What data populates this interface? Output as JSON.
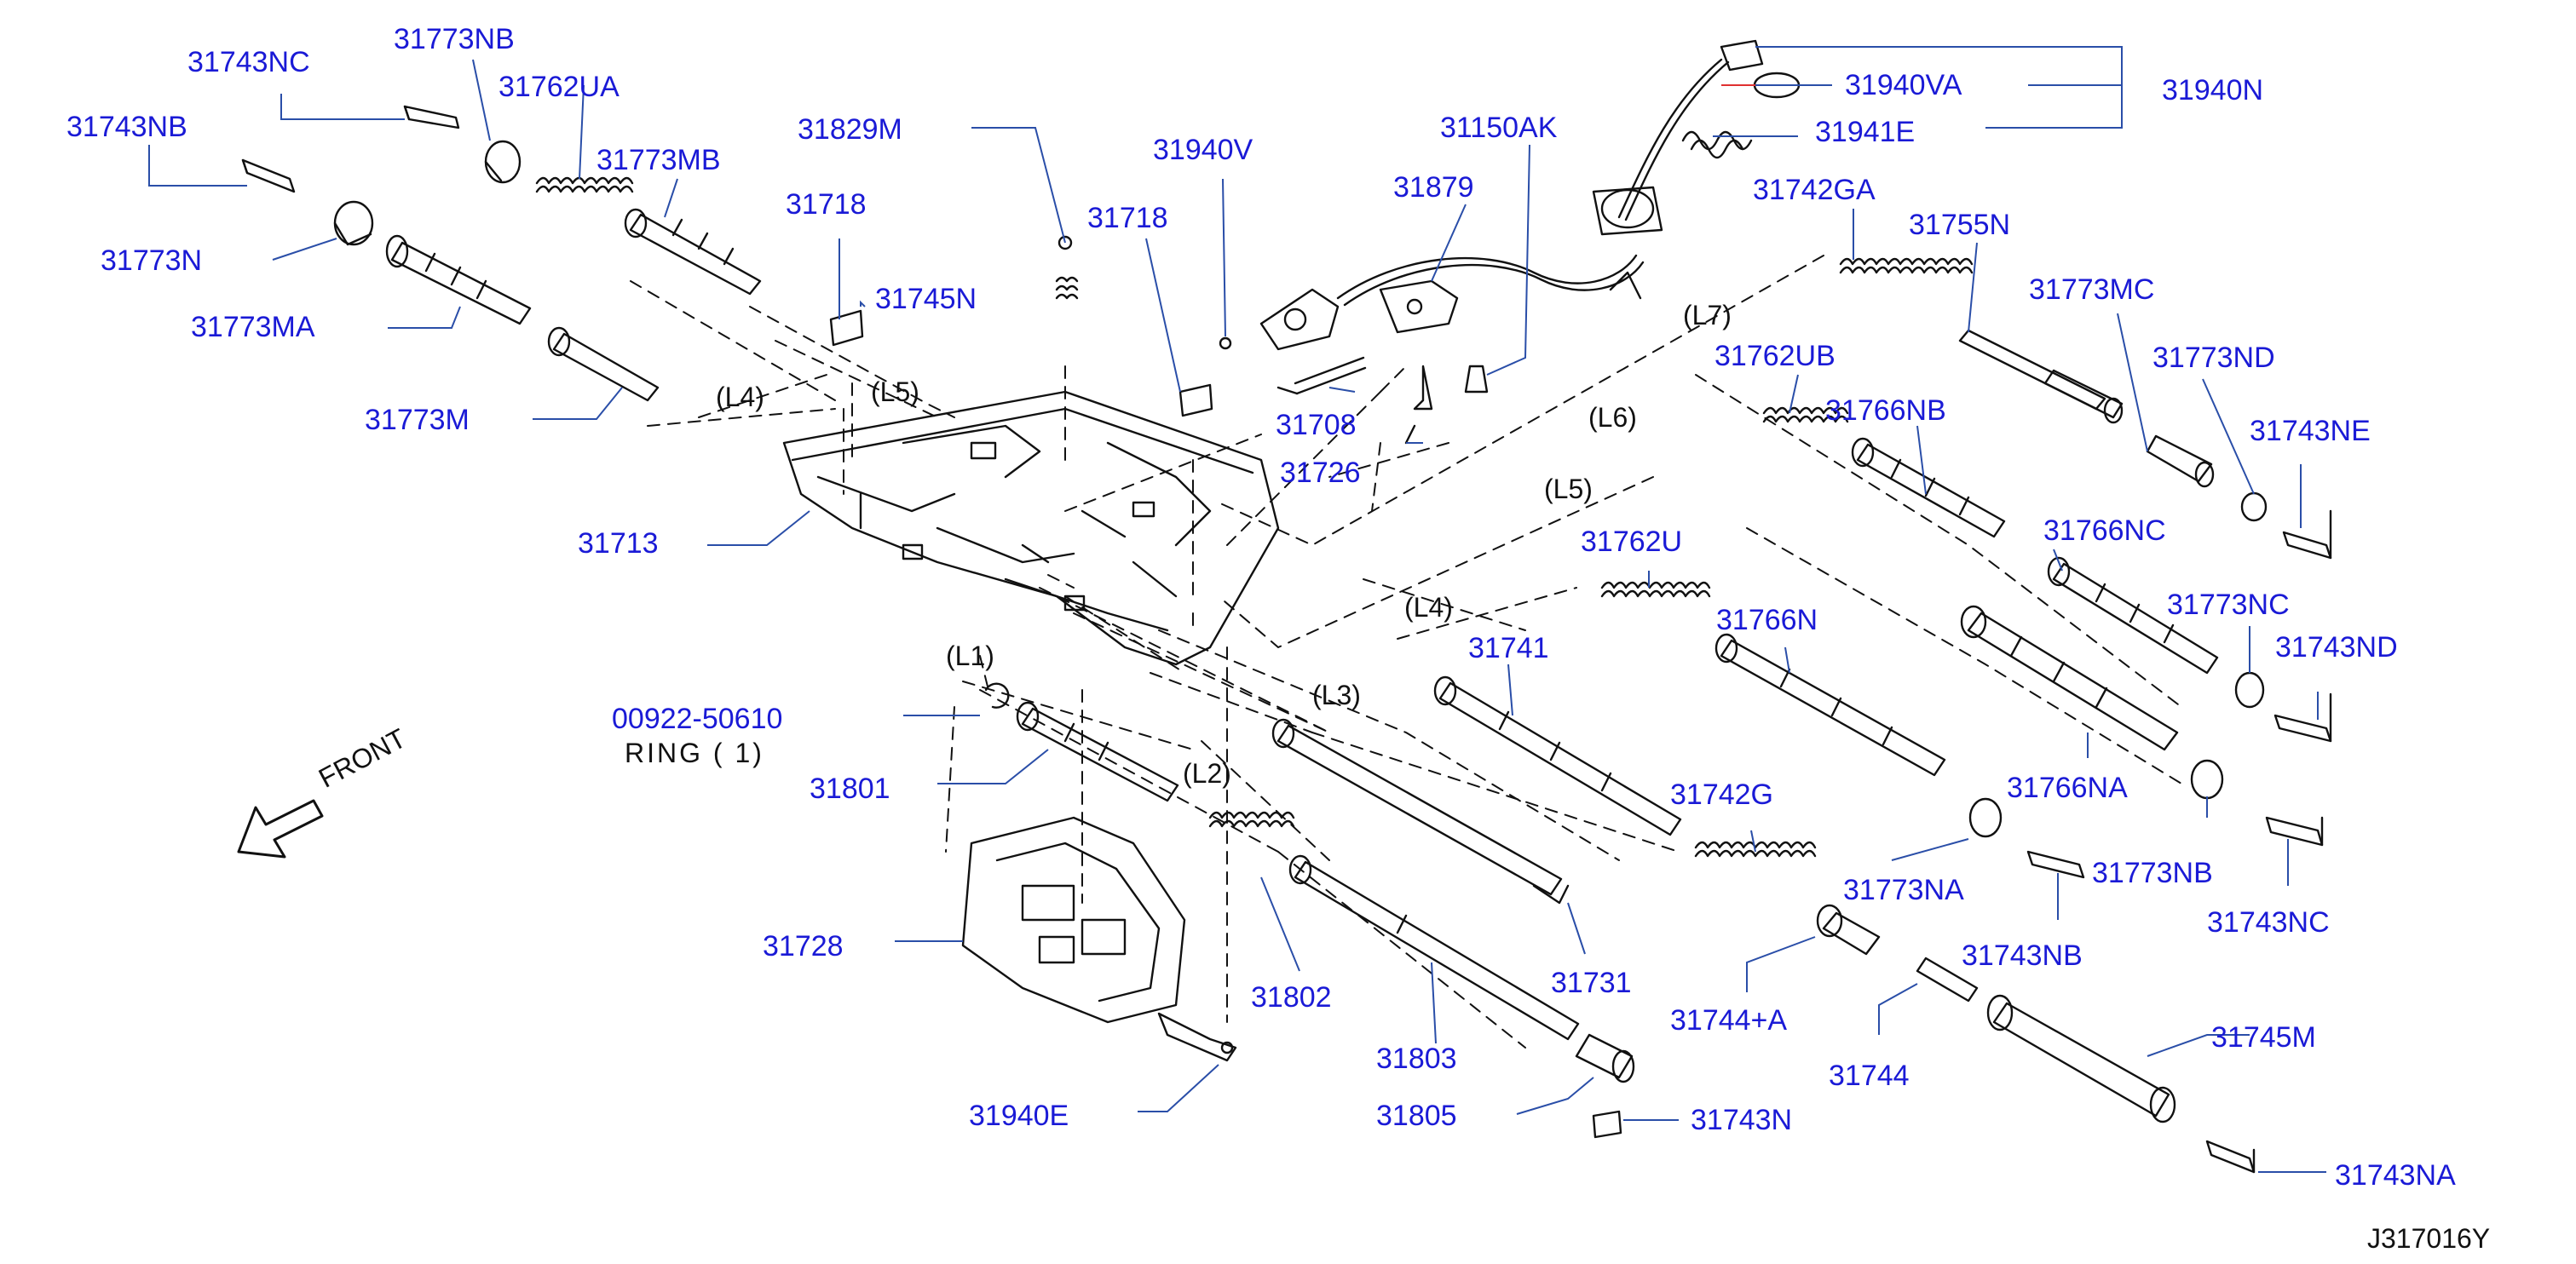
{
  "labels": {
    "p31743NC_top": "31743NC",
    "p31773NB_top": "31773NB",
    "p31762UA": "31762UA",
    "p31743NB_top": "31743NB",
    "p31773MB": "31773MB",
    "p31773N": "31773N",
    "p31773MA": "31773MA",
    "p31773M": "31773M",
    "p31829M": "31829M",
    "p31718a": "31718",
    "p31745N": "31745N",
    "p31940V": "31940V",
    "p31718b": "31718",
    "p31879": "31879",
    "p31150AK": "31150AK",
    "p31940VA": "31940VA",
    "p31940N": "31940N",
    "p31941E": "31941E",
    "p31742GA": "31742GA",
    "p31755N": "31755N",
    "p31773MC": "31773MC",
    "p31773ND": "31773ND",
    "p31743NE": "31743NE",
    "p31762UB": "31762UB",
    "p31766NB": "31766NB",
    "p31708": "31708",
    "p31726": "31726",
    "p31713": "31713",
    "p31766NC": "31766NC",
    "p31762U": "31762U",
    "p31773NC": "31773NC",
    "p31743ND": "31743ND",
    "p31741": "31741",
    "p31766N": "31766N",
    "p00922": "00922-50610",
    "p31801": "31801",
    "p31766NA": "31766NA",
    "p31742G": "31742G",
    "p31773NA": "31773NA",
    "p31773NB_bot": "31773NB",
    "p31743NC_bot": "31743NC",
    "p31728": "31728",
    "p31743NB_bot": "31743NB",
    "p31731": "31731",
    "p31744A": "31744+A",
    "p31802": "31802",
    "p31803": "31803",
    "p31745M": "31745M",
    "p31744": "31744",
    "p31940E": "31940E",
    "p31805": "31805",
    "p31743N": "31743N",
    "p31743NA": "31743NA"
  },
  "notes": {
    "ring": "RING ( 1)",
    "front": "FRONT",
    "diagram_code": "J317016Y"
  },
  "line_tags": {
    "L1": "(L1)",
    "L2": "(L2)",
    "L3": "(L3)",
    "L4a": "(L4)",
    "L4b": "(L4)",
    "L5a": "(L5)",
    "L5b": "(L5)",
    "L6": "(L6)",
    "L7": "(L7)"
  },
  "colors": {
    "label_blue": "#1a1ad6",
    "leader_blue": "#2a4ea8",
    "ink": "#111111",
    "accent_red": "#e03030"
  }
}
